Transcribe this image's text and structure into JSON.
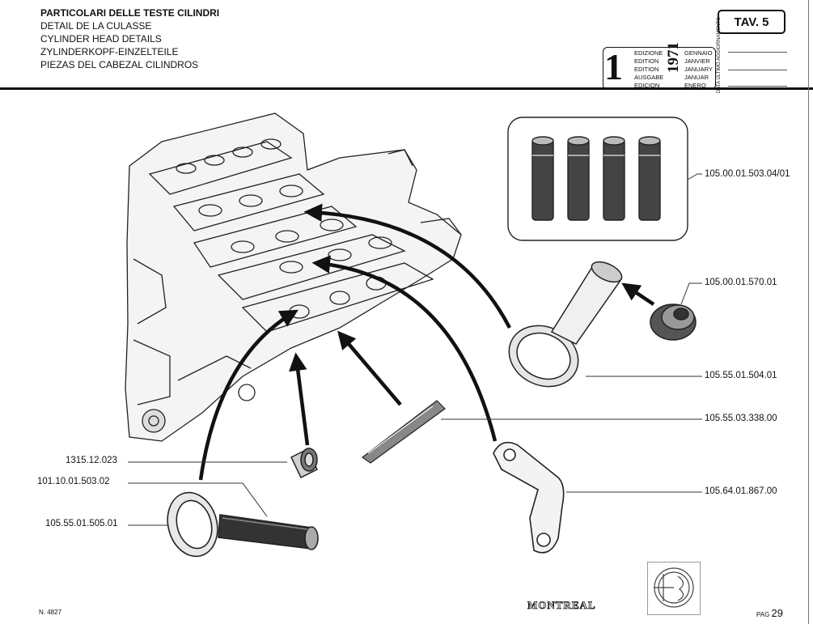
{
  "header": {
    "titles": [
      "PARTICOLARI DELLE TESTE CILINDRI",
      "DETAIL DE LA CULASSE",
      "CYLINDER HEAD DETAILS",
      "ZYLINDERKOPF-EINZELTEILE",
      "PIEZAS DEL CABEZAL CILINDROS"
    ],
    "tav_label": "TAV.",
    "tav_number": "5"
  },
  "edition": {
    "number": "1",
    "year": "1971",
    "labels": [
      "EDIZIONE",
      "EDITION",
      "EDITION",
      "AUSGABE",
      "EDICION"
    ],
    "months": [
      "GENNAIO",
      "JANVIER",
      "JANUARY",
      "JANUAR",
      "ENERO"
    ],
    "last_update_label": "DATA ULTIMO AGGIORNAMENTO"
  },
  "parts": {
    "valve_guides_set": "105.00.01.503.04/01",
    "guide_cap": "105.00.01.570.01",
    "guide_ring": "105.55.01.504.01",
    "gasket": "105.55.03.338.00",
    "bracket": "105.64.01.867.00",
    "bush": "1315.12.023",
    "guide_left": "101.10.01.503.02",
    "ring_left": "105.55.01.505.01"
  },
  "footer": {
    "doc_number": "N. 4827",
    "brand": "MONTREAL",
    "page_label": "PAG",
    "page_number": "29"
  }
}
